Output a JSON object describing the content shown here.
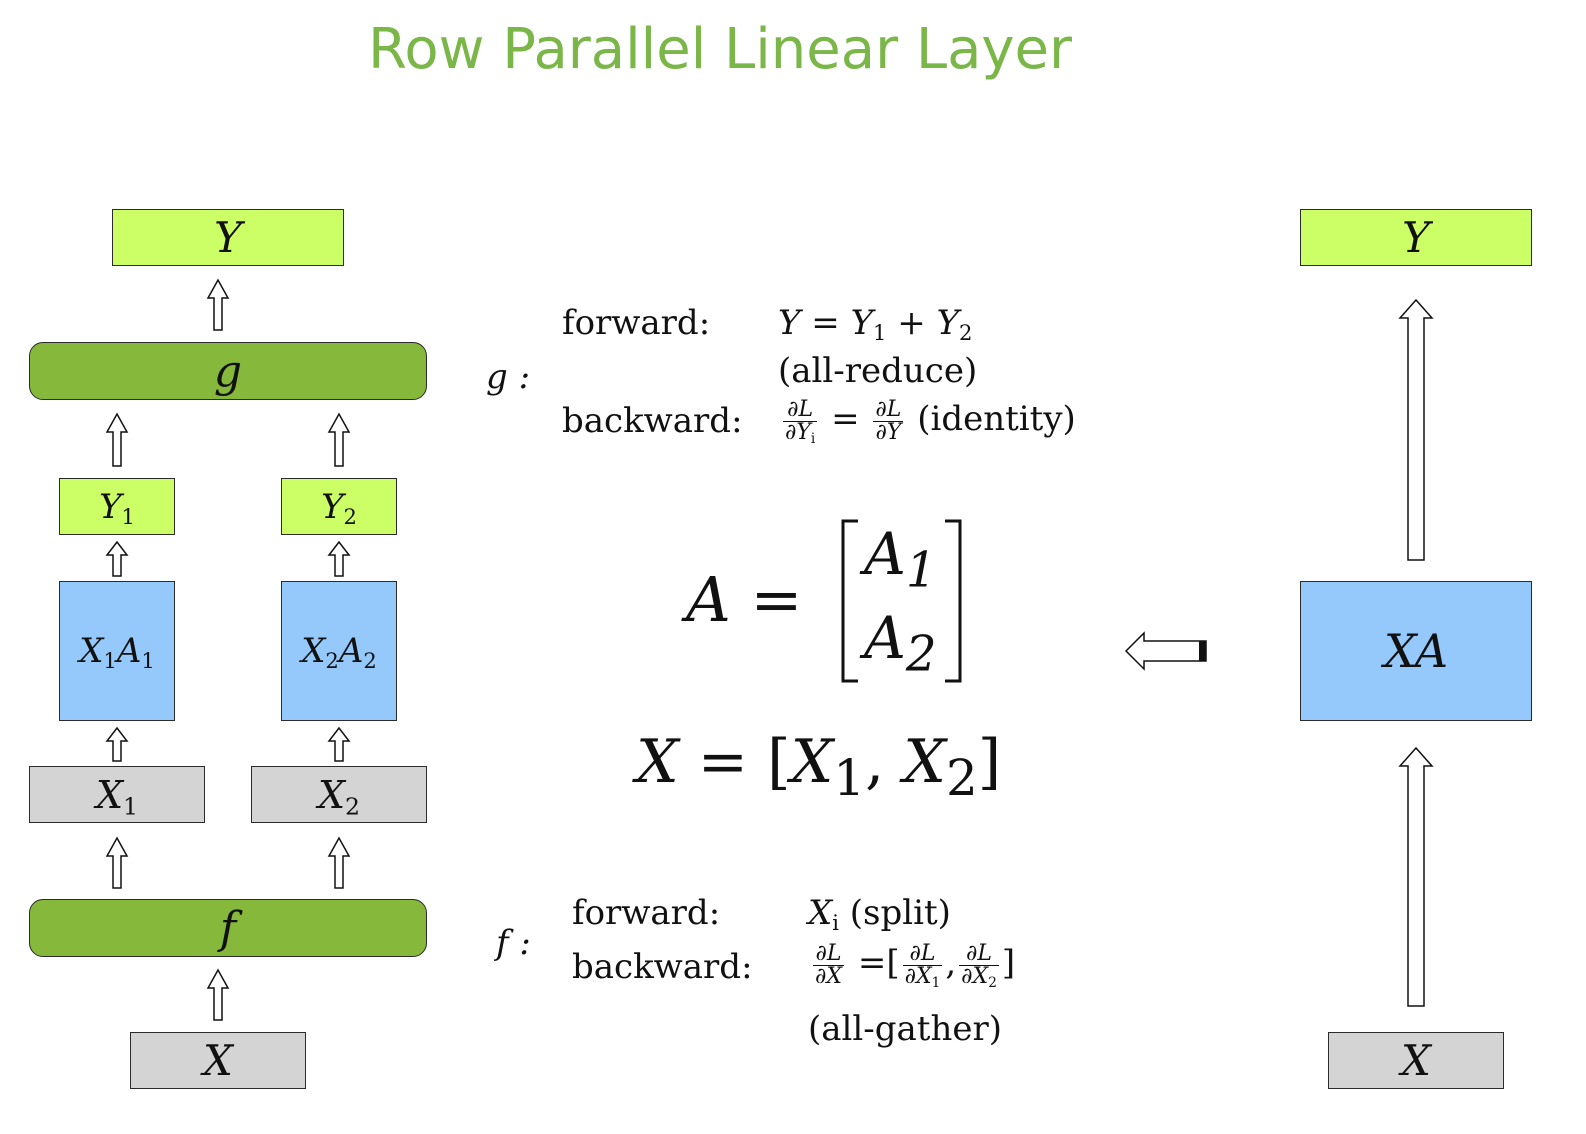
{
  "title": "Row Parallel Linear Layer",
  "left": {
    "y_top": "Y",
    "g_label": "g",
    "y1": {
      "base": "Y",
      "sub": "1"
    },
    "y2": {
      "base": "Y",
      "sub": "2"
    },
    "x1a1": {
      "b1": "X",
      "s1": "1",
      "b2": "A",
      "s2": "1"
    },
    "x2a2": {
      "b1": "X",
      "s1": "2",
      "b2": "A",
      "s2": "2"
    },
    "x1": {
      "base": "X",
      "sub": "1"
    },
    "x2": {
      "base": "X",
      "sub": "2"
    },
    "f_label": "f",
    "x_bottom": "X"
  },
  "g_block": {
    "prefix": "g :",
    "forward_label": "forward:",
    "forward_expr": {
      "lhs": "Y",
      "eq": "=",
      "t1": "Y",
      "t1_sub": "1",
      "plus": "+",
      "t2": "Y",
      "t2_sub": "2"
    },
    "forward_note": "(all-reduce)",
    "backward_label": "backward:",
    "backward_expr": {
      "num": "∂L",
      "den1": "∂Y",
      "den1_sub": "i",
      "eq": "=",
      "den2": "∂Y",
      "note": "(identity)"
    }
  },
  "partition": {
    "a_lhs": "A =",
    "a_row1": {
      "base": "A",
      "sub": "1"
    },
    "a_row2": {
      "base": "A",
      "sub": "2"
    },
    "x_lhs": "X =",
    "x_open": "[",
    "x_t1": {
      "base": "X",
      "sub": "1"
    },
    "x_comma": ",",
    "x_t2": {
      "base": "X",
      "sub": "2"
    },
    "x_close": "]"
  },
  "f_block": {
    "prefix": "f :",
    "forward_label": "forward:",
    "forward_expr": {
      "var": "X",
      "sub": "i",
      "note": "(split)"
    },
    "backward_label": "backward:",
    "backward_expr": {
      "num": "∂L",
      "den_lhs": "∂X",
      "eq": "=",
      "open": "[",
      "den1": "∂X",
      "den1_sub": "1",
      "comma": ",",
      "den2": "∂X",
      "den2_sub": "2",
      "close": "]"
    },
    "backward_note": "(all-gather)"
  },
  "right": {
    "y_top": "Y",
    "xa": "XA",
    "x_bottom": "X"
  },
  "colors": {
    "title": "#7ab648",
    "lime": "#ccff66",
    "green": "#86b83b",
    "blue": "#95c8fb",
    "gray": "#d4d4d4"
  }
}
